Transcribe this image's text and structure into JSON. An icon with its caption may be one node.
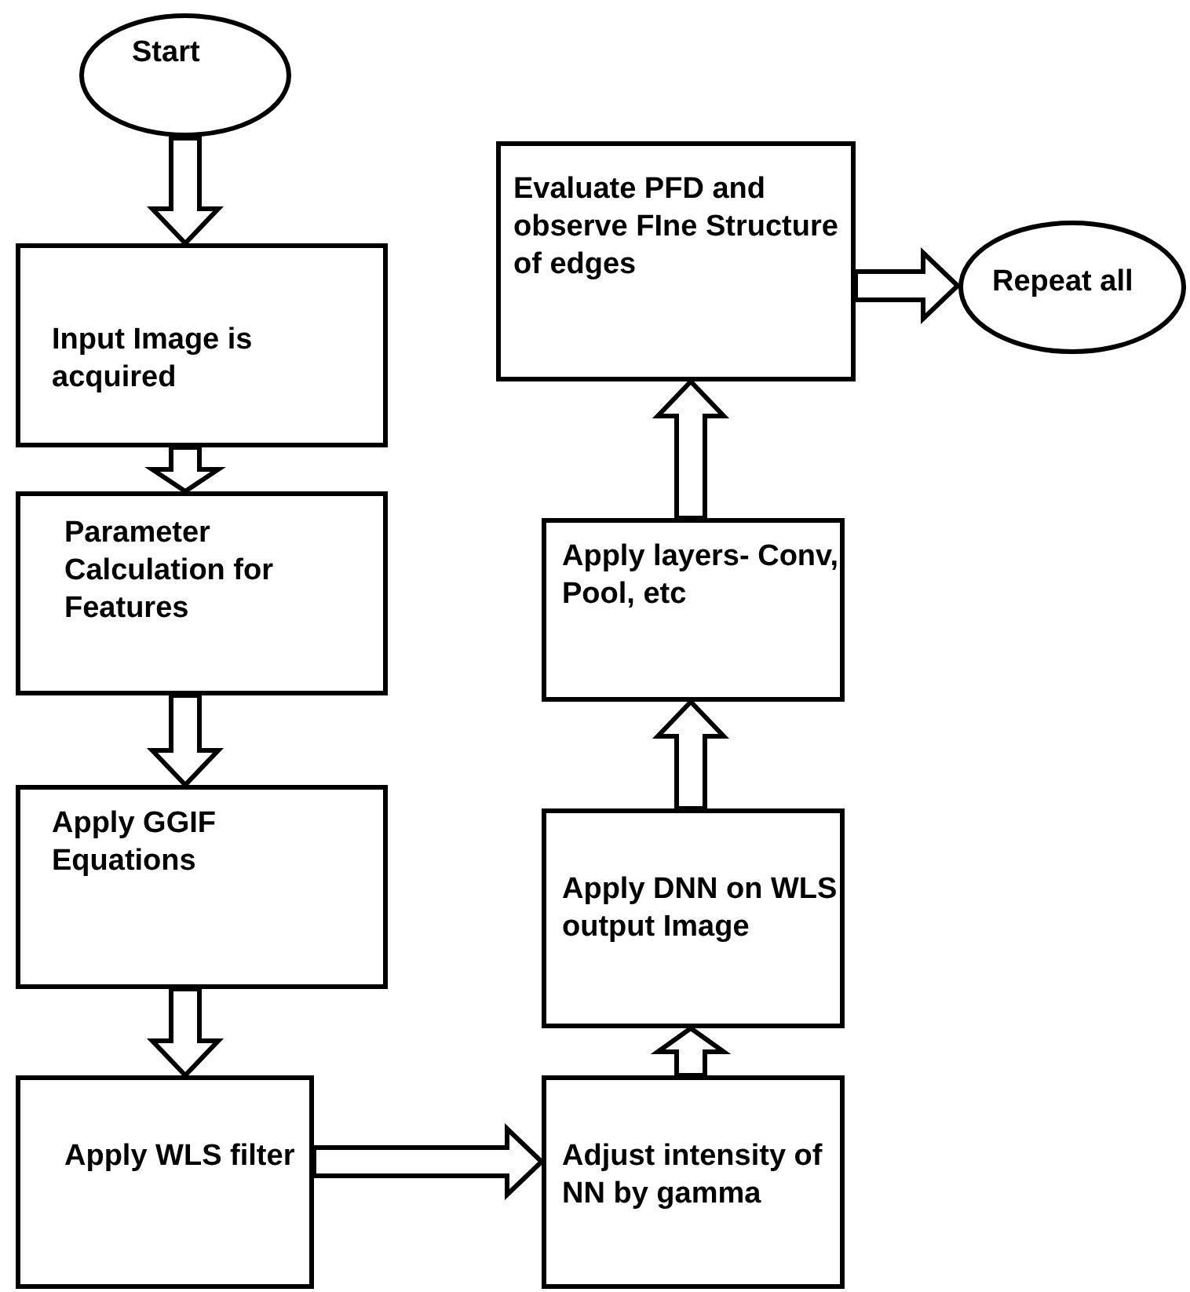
{
  "diagram": {
    "nodes": [
      {
        "text": [
          "Start"
        ]
      },
      {
        "text": [
          "Input Image is acquired"
        ]
      },
      {
        "text": [
          "Parameter Calculation for Features"
        ]
      },
      {
        "text": [
          "Apply GGIF Equations"
        ]
      },
      {
        "text": [
          "Apply WLS filter"
        ]
      },
      {
        "text": [
          "Adjust intensity of NN by gamma"
        ]
      },
      {
        "text": [
          "Apply DNN on WLS output Image"
        ]
      },
      {
        "text": [
          "Apply layers- Conv, Pool, etc"
        ]
      },
      {
        "text": [
          "Evaluate PFD and observe FIne Structure of edges"
        ]
      },
      {
        "text": [
          "Repeat all"
        ]
      }
    ],
    "edges": [
      {
        "from": 0,
        "to": 1,
        "arrow": "to"
      },
      {
        "from": 1,
        "to": 2,
        "arrow": "to"
      },
      {
        "from": 2,
        "to": 3,
        "arrow": "to"
      },
      {
        "from": 3,
        "to": 4,
        "arrow": "to"
      },
      {
        "from": 4,
        "to": 5,
        "arrow": "to"
      },
      {
        "from": 5,
        "to": 6,
        "arrow": "to"
      },
      {
        "from": 6,
        "to": 7,
        "arrow": "to"
      },
      {
        "from": 7,
        "to": 8,
        "arrow": "to"
      },
      {
        "from": 8,
        "to": 9,
        "arrow": "to"
      }
    ]
  }
}
